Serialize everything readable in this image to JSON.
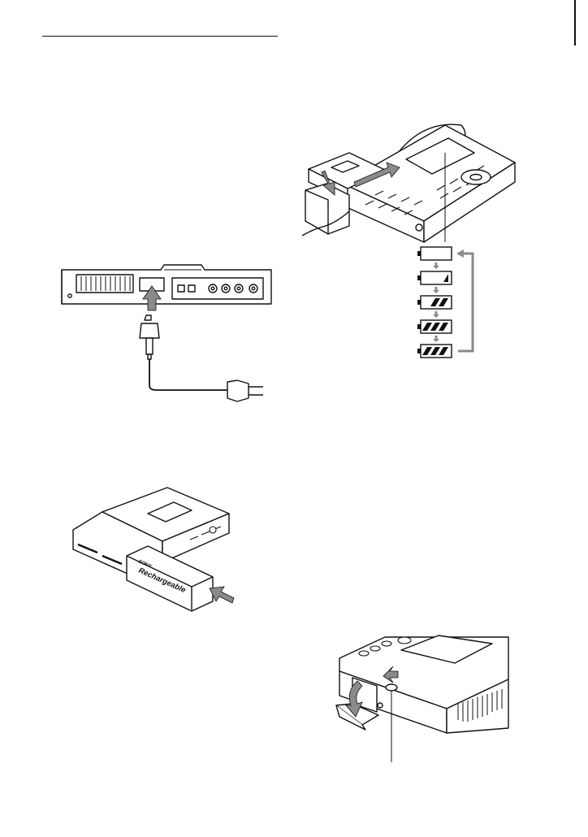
{
  "battery_label": "Rechargeable",
  "brand_mark": "SONY",
  "colors": {
    "ink": "#111111",
    "arrow_gray": "#8a8a8a",
    "paper": "#ffffff"
  },
  "battery_indicator_levels": [
    0,
    1,
    2,
    3,
    3
  ],
  "icons": [
    "ac-adaptor-plug-icon",
    "insert-arrow-icon",
    "battery-level-icon",
    "open-lid-arrow-icon"
  ]
}
